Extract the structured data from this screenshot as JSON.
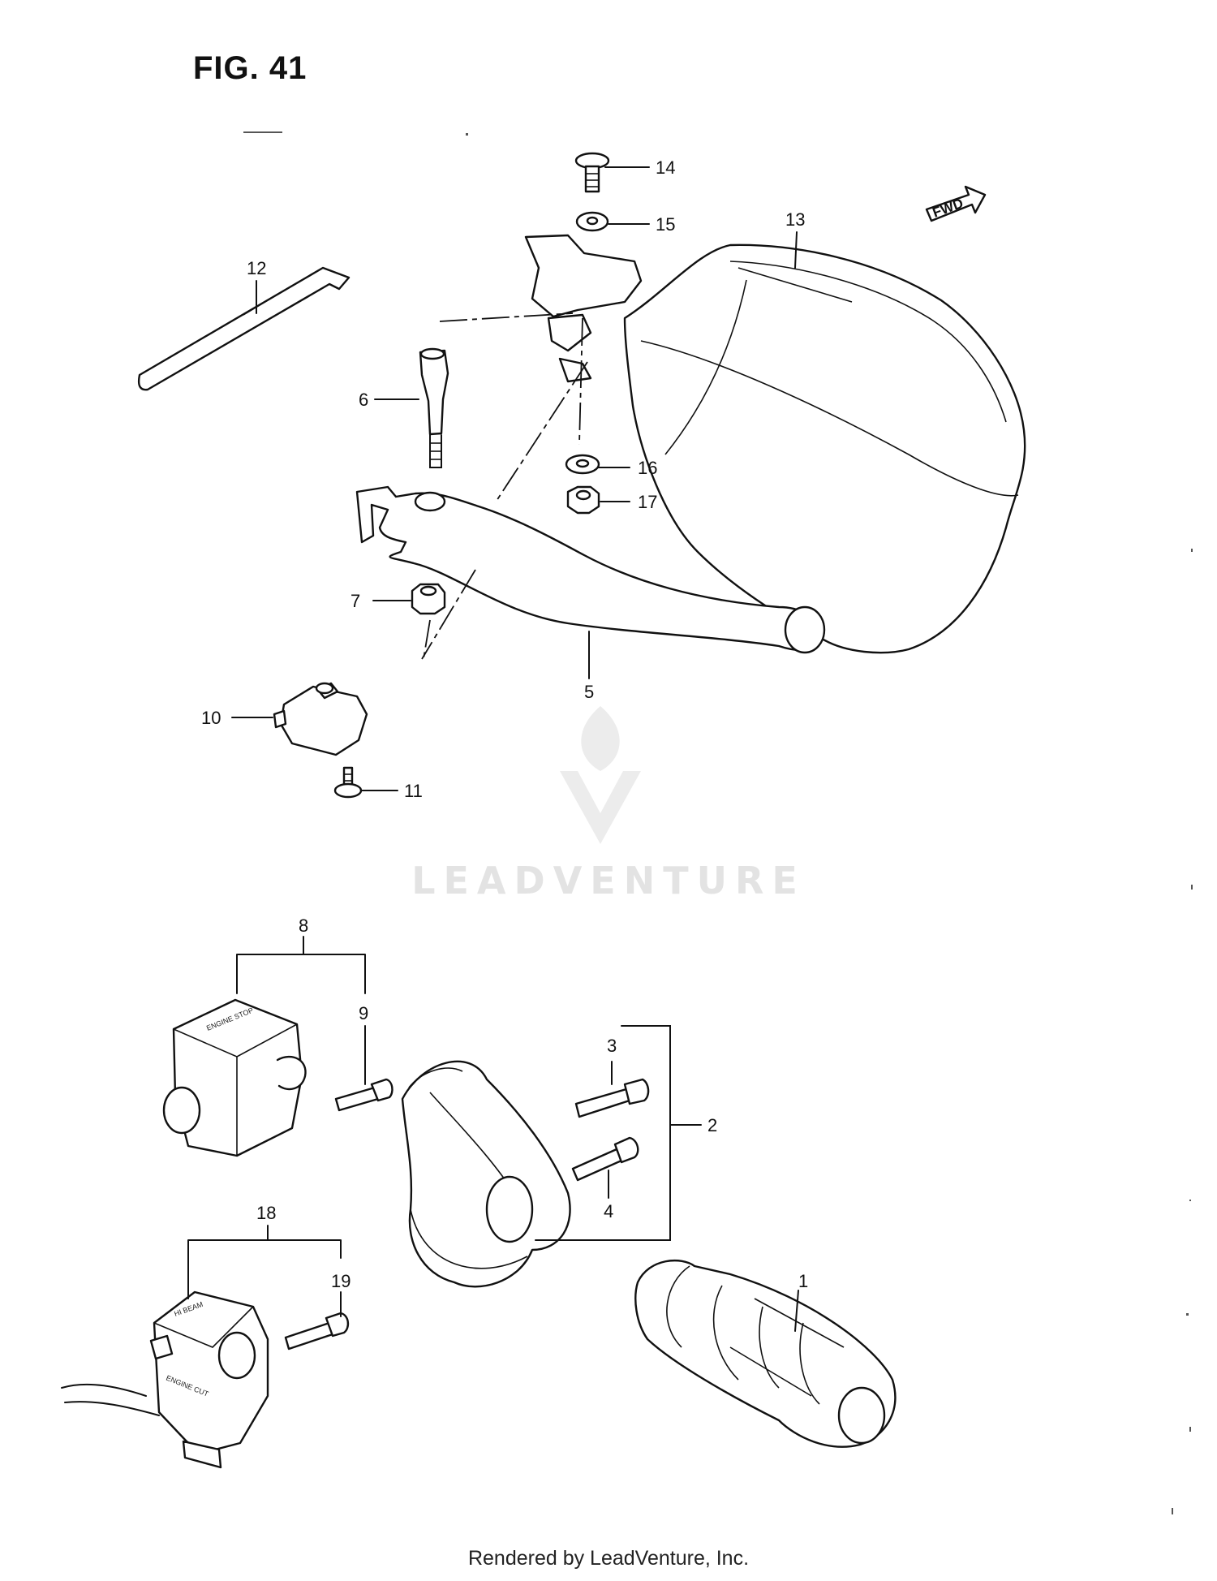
{
  "figure": {
    "title": "FIG. 41"
  },
  "direction_marker": {
    "label": "FWD"
  },
  "watermark": {
    "text": "LEADVENTURE"
  },
  "footer": {
    "text": "Rendered by LeadVenture, Inc."
  },
  "switch_labels": {
    "engine_stop": "ENGINE STOP",
    "hi_beam": "HI BEAM",
    "engine_cut": "ENGINE CUT"
  },
  "callouts": {
    "c1": "1",
    "c2": "2",
    "c3": "3",
    "c4": "4",
    "c5": "5",
    "c6": "6",
    "c7": "7",
    "c8": "8",
    "c9": "9",
    "c10": "10",
    "c11": "11",
    "c12": "12",
    "c13": "13",
    "c14": "14",
    "c15": "15",
    "c16": "16",
    "c17": "17",
    "c18": "18",
    "c19": "19"
  }
}
